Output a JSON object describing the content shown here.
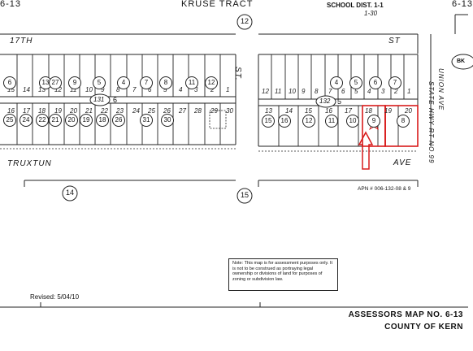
{
  "map": {
    "corner_top_left": "6-13",
    "corner_top_right": "6-13",
    "title": "KRUSE TRACT",
    "school_district_line1": "SCHOOL DIST. 1-1",
    "school_district_line2": "1-30",
    "block_top": "12",
    "block_left": "14",
    "block_mid": "15",
    "street_17th_left": "17TH",
    "street_17th_right": "ST",
    "street_st_vertical": "ST.",
    "street_truxtun_left": "TRUXTUN",
    "street_truxtun_right": "AVE",
    "union_ave": "UNION AVE",
    "state_hwy": "STATE HWY RT NO.99",
    "book_131": "131",
    "book_131_suffix": "6",
    "book_132": "132",
    "book_132_suffix": "5",
    "apn": "APN # 006-132-08 & 9",
    "revised": "Revised: 5/04/10",
    "note": "Note: This map is for assessment purposes only. It is not to be construed as portraying legal ownership or divisions of land for purposes of zoning or subdivision law.",
    "footer_line1": "ASSESSORS MAP NO. 6-13",
    "footer_line2": "COUNTY OF KERN",
    "badge_bk": "BK",
    "left_top_lots": [
      "15",
      "14",
      "13",
      "12",
      "11",
      "10",
      "9",
      "8",
      "7",
      "6",
      "5",
      "4",
      "3",
      "2",
      "1"
    ],
    "left_top_circles": [
      "6",
      "13",
      "27",
      "9",
      "5",
      "4",
      "7",
      "8",
      "11",
      "12"
    ],
    "left_bottom_circles": [
      "25",
      "24",
      "22",
      "21",
      "20",
      "19",
      "18",
      "26",
      "31",
      "30"
    ],
    "left_bottom_lots": [
      "16",
      "17",
      "18",
      "19",
      "20",
      "21",
      "22",
      "23",
      "24",
      "25",
      "26",
      "27",
      "28",
      "29",
      "30"
    ],
    "right_top_lots": [
      "12",
      "11",
      "10",
      "9",
      "8",
      "7",
      "6",
      "5",
      "4",
      "3",
      "2",
      "1"
    ],
    "right_top_circles": [
      "4",
      "5",
      "6",
      "7"
    ],
    "right_bottom_lots": [
      "13",
      "14",
      "15",
      "16",
      "17",
      "18",
      "19",
      "20"
    ],
    "right_bottom_circles": [
      "15",
      "16",
      "12",
      "11",
      "10",
      "9",
      "8"
    ],
    "highlight_colors": {
      "parcel_outline": "#d81b1b",
      "arrow": "#d81b1b"
    }
  }
}
